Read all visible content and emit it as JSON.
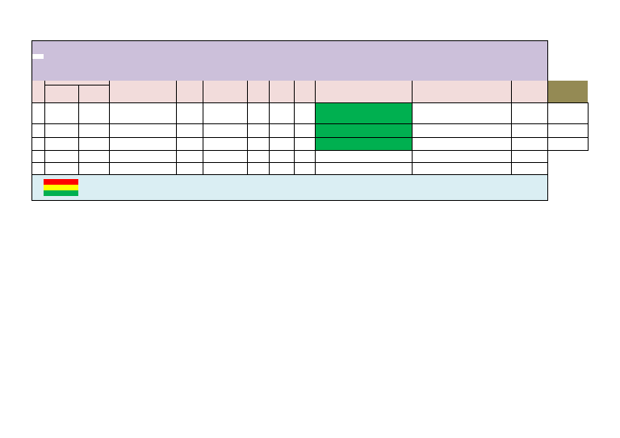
{
  "sheet": {
    "title": "",
    "subtitle": "",
    "colors": {
      "title_band": "#ccc0da",
      "title_tag": "#ffffff",
      "header_band": "#f2dcdb",
      "corner_cell": "#948a54",
      "status_green": "#00b050",
      "legend_band": "#daeef3",
      "legend_red": "#ff0000",
      "legend_yellow": "#ffff00",
      "legend_green": "#00b050",
      "grid": "#000000"
    },
    "header_cells": [
      "",
      "",
      "",
      "",
      "",
      "",
      "",
      "",
      "",
      "",
      "",
      "",
      ""
    ],
    "rows": [
      [
        "",
        "",
        "",
        "",
        "",
        "",
        "",
        "",
        "",
        "",
        "",
        "",
        ""
      ],
      [
        "",
        "",
        "",
        "",
        "",
        "",
        "",
        "",
        "",
        "",
        "",
        "",
        ""
      ],
      [
        "",
        "",
        "",
        "",
        "",
        "",
        "",
        "",
        "",
        "",
        "",
        "",
        ""
      ],
      [
        "",
        "",
        "",
        "",
        "",
        "",
        "",
        "",
        "",
        "",
        "",
        ""
      ],
      [
        "",
        "",
        "",
        "",
        "",
        "",
        "",
        "",
        "",
        "",
        "",
        ""
      ]
    ],
    "status_cells_green": [
      0,
      1,
      2
    ],
    "legend": {
      "items": [
        {
          "color_key": "legend_red",
          "label": ""
        },
        {
          "color_key": "legend_yellow",
          "label": ""
        },
        {
          "color_key": "legend_green",
          "label": ""
        }
      ]
    }
  }
}
